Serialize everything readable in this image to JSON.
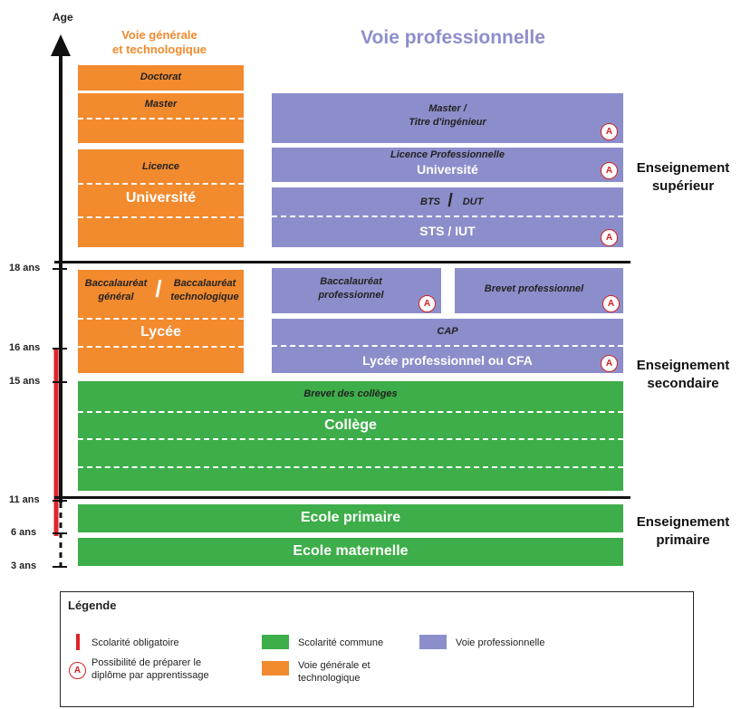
{
  "axis": {
    "title": "Age"
  },
  "columns": {
    "general": [
      "Voie générale",
      "et technologique"
    ],
    "professional": "Voie professionnelle"
  },
  "ages": [
    "18 ans",
    "16 ans",
    "15 ans",
    "11 ans",
    "6 ans",
    "3 ans"
  ],
  "general_track": {
    "doctorat": "Doctorat",
    "master": "Master",
    "licence": "Licence",
    "universite": "Université",
    "bac_general": [
      "Baccalauréat",
      "général"
    ],
    "bac_slash": "/",
    "bac_techno": [
      "Baccalauréat",
      "technologique"
    ],
    "lycee": "Lycée"
  },
  "professional_track": {
    "master": [
      "Master /",
      "Titre d'ingénieur"
    ],
    "licence_pro": "Licence Professionnelle",
    "universite": "Université",
    "bts": "BTS",
    "slash": "/",
    "dut": "DUT",
    "sts_iut": "STS / IUT",
    "bac_pro": [
      "Baccalauréat",
      "professionnel"
    ],
    "brevet_pro": "Brevet professionnel",
    "cap": "CAP",
    "lycee_pro": "Lycée professionnel ou CFA"
  },
  "common": {
    "brevet": "Brevet des collèges",
    "college": "Collège",
    "ecole_primaire": "Ecole primaire",
    "ecole_maternelle": "Ecole maternelle"
  },
  "badge_letter": "A",
  "levels": {
    "superieur": [
      "Enseignement",
      "supérieur"
    ],
    "secondaire": [
      "Enseignement",
      "secondaire"
    ],
    "primaire": [
      "Enseignement",
      "primaire"
    ]
  },
  "legend": {
    "title": "Légende",
    "obligatoire": "Scolarité obligatoire",
    "apprentissage": [
      "Possibilité de préparer le",
      "diplôme par apprentissage"
    ],
    "commune": "Scolarité commune",
    "generale": [
      "Voie générale et",
      "technologique"
    ],
    "professionnelle": "Voie professionnelle"
  },
  "colors": {
    "orange": "#f28a2e",
    "purple": "#8c8ecb",
    "green": "#3dae49",
    "red": "#e0242b"
  }
}
